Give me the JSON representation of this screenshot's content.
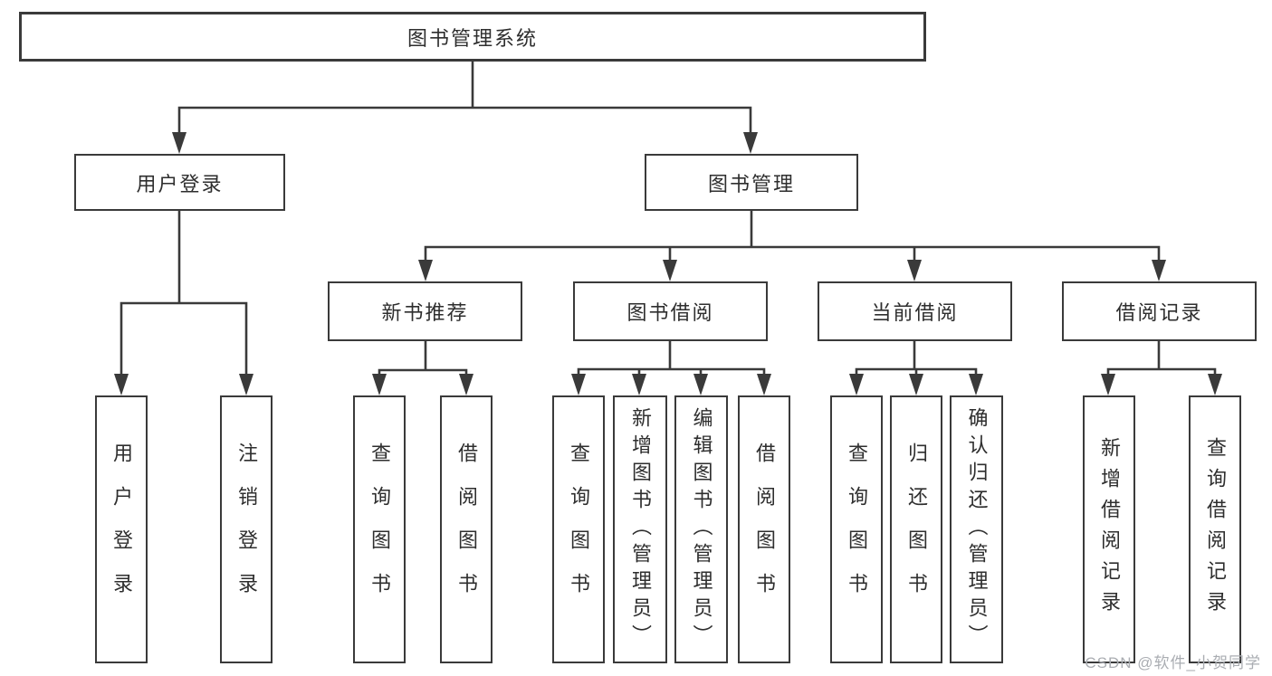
{
  "diagram": {
    "root": {
      "label": "图书管理系统"
    },
    "level2": [
      {
        "id": "user-login",
        "label": "用户登录"
      },
      {
        "id": "book-management",
        "label": "图书管理"
      }
    ],
    "level3": [
      {
        "id": "new-book-recommend",
        "label": "新书推荐"
      },
      {
        "id": "book-borrowing",
        "label": "图书借阅"
      },
      {
        "id": "current-borrowing",
        "label": "当前借阅"
      },
      {
        "id": "borrowing-records",
        "label": "借阅记录"
      }
    ],
    "leaves": [
      {
        "id": "user-login",
        "label": "用户登录"
      },
      {
        "id": "logout",
        "label": "注销登录"
      },
      {
        "id": "query-books-1",
        "label": "查询图书"
      },
      {
        "id": "borrow-books-1",
        "label": "借阅图书"
      },
      {
        "id": "query-books-2",
        "label": "查询图书"
      },
      {
        "id": "add-books-admin",
        "label": "新增图书（管理员）"
      },
      {
        "id": "edit-books-admin",
        "label": "编辑图书（管理员）"
      },
      {
        "id": "borrow-books-2",
        "label": "借阅图书"
      },
      {
        "id": "query-books-3",
        "label": "查询图书"
      },
      {
        "id": "return-books",
        "label": "归还图书"
      },
      {
        "id": "confirm-return-admin",
        "label": "确认归还（管理员）"
      },
      {
        "id": "add-borrow-record",
        "label": "新增借阅记录"
      },
      {
        "id": "query-borrow-record",
        "label": "查询借阅记录"
      }
    ]
  },
  "watermark": {
    "text": "CSDN @软件_小贺同学"
  },
  "colors": {
    "line": "#3a3a3a",
    "text": "#2e2e2e",
    "background": "#ffffff",
    "watermark": "#aaadb2"
  }
}
